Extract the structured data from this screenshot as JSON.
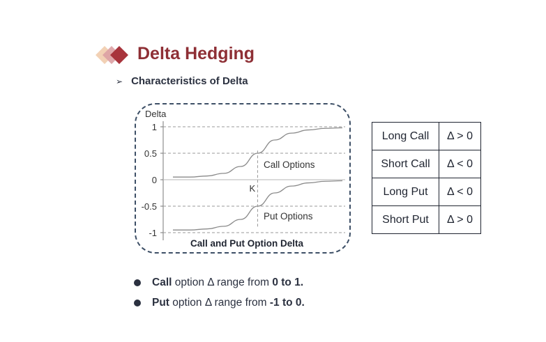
{
  "title": "Delta Hedging",
  "subtitle": "Characteristics of Delta",
  "chart_data": {
    "type": "line",
    "title": "Call and Put Option Delta",
    "ylabel": "Delta",
    "xlabel": "",
    "ylim": [
      -1.1,
      1.05
    ],
    "yticks": [
      {
        "value": 1,
        "label": "1"
      },
      {
        "value": 0.5,
        "label": "0.5"
      },
      {
        "value": 0,
        "label": "0"
      },
      {
        "value": -0.5,
        "label": "-0.5"
      },
      {
        "value": -1,
        "label": "-1"
      }
    ],
    "strike_label": "K",
    "grid": "dashed horizontal",
    "series": [
      {
        "name": "Call Options",
        "x": [
          0,
          0.1,
          0.2,
          0.3,
          0.4,
          0.5,
          0.6,
          0.7,
          0.8,
          0.9,
          1.0
        ],
        "values": [
          0.05,
          0.05,
          0.07,
          0.12,
          0.25,
          0.5,
          0.75,
          0.88,
          0.94,
          0.97,
          0.98
        ]
      },
      {
        "name": "Put Options",
        "x": [
          0,
          0.1,
          0.2,
          0.3,
          0.4,
          0.5,
          0.6,
          0.7,
          0.8,
          0.9,
          1.0
        ],
        "values": [
          -0.95,
          -0.95,
          -0.93,
          -0.88,
          -0.75,
          -0.5,
          -0.25,
          -0.12,
          -0.06,
          -0.03,
          -0.02
        ]
      }
    ],
    "strike_x": 0.5
  },
  "table": [
    {
      "position": "Long Call",
      "sign": "Δ > 0"
    },
    {
      "position": "Short Call",
      "sign": "Δ < 0"
    },
    {
      "position": "Long Put",
      "sign": "Δ < 0"
    },
    {
      "position": "Short Put",
      "sign": "Δ > 0"
    }
  ],
  "bullets": [
    {
      "lead": "Call",
      "mid": " option Δ range from ",
      "tail": "0 to 1."
    },
    {
      "lead": "Put",
      "mid": " option Δ range from ",
      "tail": "-1 to 0."
    }
  ],
  "colors": {
    "title": "#8e2f35",
    "curve": "#8a8a8a",
    "grid": "#9a9a9a",
    "frame": "#3d4f66"
  }
}
